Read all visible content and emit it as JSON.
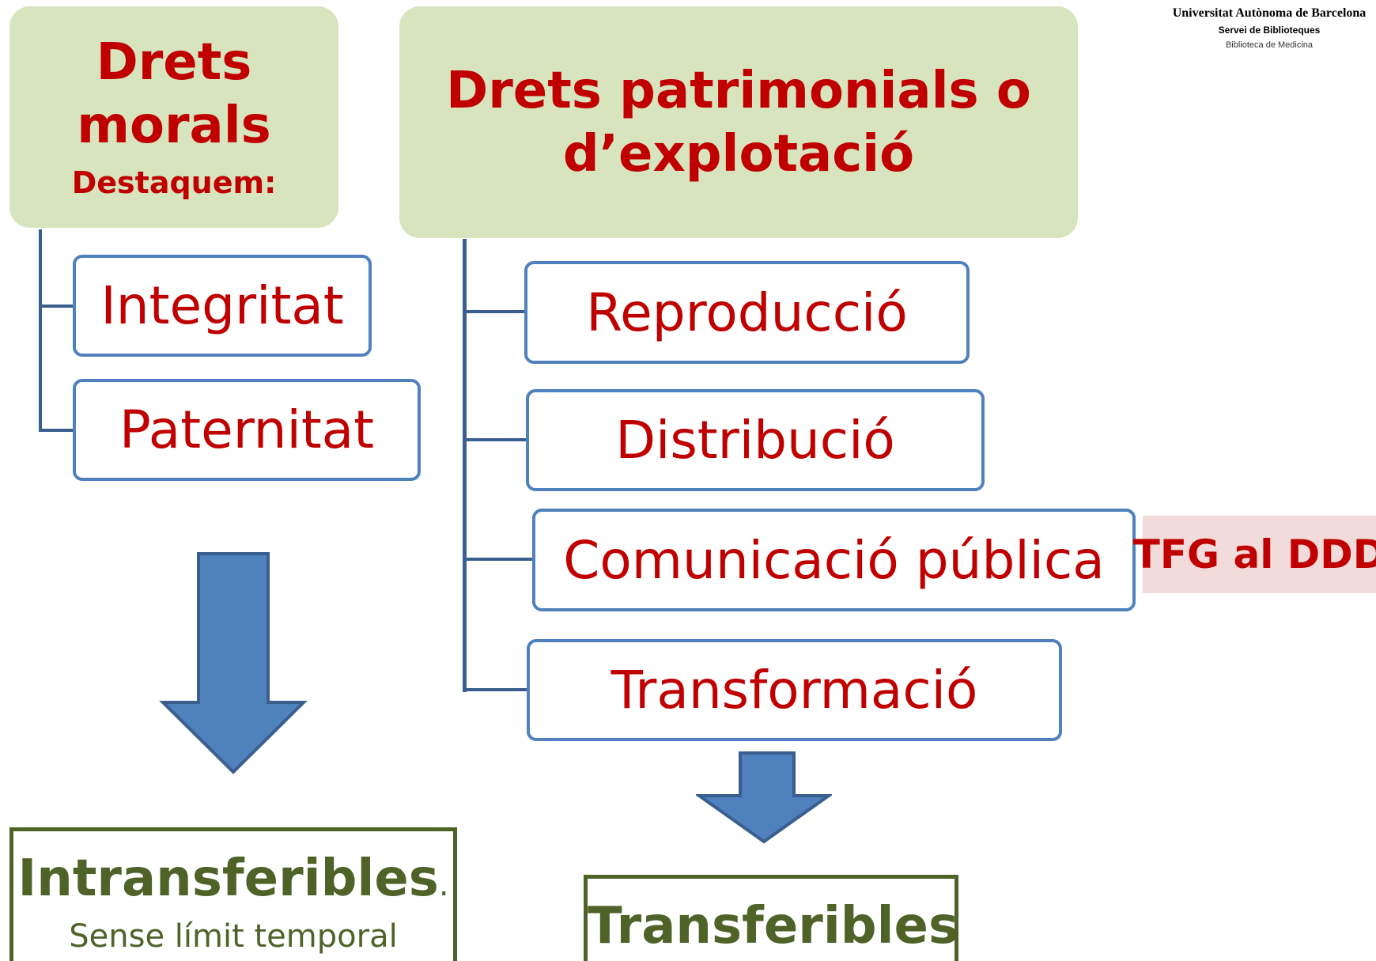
{
  "colors": {
    "header_bg": "#d7e4bd",
    "accent_red": "#c00000",
    "box_border": "#4f81bd",
    "arrow_fill": "#4f81bd",
    "result_green": "#4f6228",
    "note_bg": "#f2dcdb"
  },
  "logo": {
    "line1": "Universitat Autònoma de Barcelona",
    "line2": "Servei de Biblioteques",
    "line3": "Biblioteca de Medicina"
  },
  "moral": {
    "title_line1": "Drets",
    "title_line2": "morals",
    "subtitle": "Destaquem:",
    "items": [
      "Integritat",
      "Paternitat"
    ],
    "result_title": "Intransferibles",
    "result_punct": ".",
    "result_sub": "Sense límit temporal"
  },
  "patrimonial": {
    "title_line1": "Drets patrimonials o",
    "title_line2": "d’explotació",
    "items": [
      "Reproducció",
      "Distribució",
      "Comunicació pública",
      "Transformació"
    ],
    "note": "TFG al DDD",
    "result_title": "Transferibles"
  }
}
